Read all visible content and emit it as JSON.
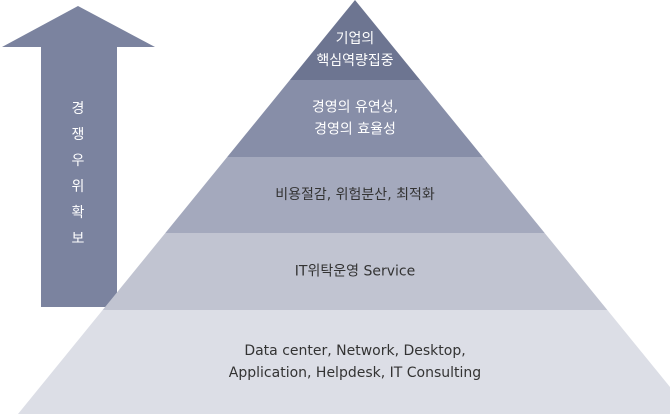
{
  "arrow": {
    "label_chars": [
      "경",
      "쟁",
      "우",
      "위",
      "확",
      "보"
    ],
    "color": "#7b839f",
    "text_color": "#ffffff"
  },
  "pyramid": {
    "tiers": [
      {
        "lines": [
          "기업의",
          "핵심역량집중"
        ],
        "color": "#6d7591",
        "text_color": "#ffffff"
      },
      {
        "lines": [
          "경영의 유연성,",
          "경영의 효율성"
        ],
        "color": "#878ea8",
        "text_color": "#ffffff"
      },
      {
        "lines": [
          "비용절감, 위험분산, 최적화"
        ],
        "color": "#a4a9bd",
        "text_color": "#333333"
      },
      {
        "lines": [
          "IT위탁운영 Service"
        ],
        "color": "#c1c4d1",
        "text_color": "#333333"
      },
      {
        "lines": [
          "Data center, Network, Desktop,",
          "Application, Helpdesk, IT Consulting"
        ],
        "color": "#dcdee6",
        "text_color": "#333333"
      }
    ]
  }
}
